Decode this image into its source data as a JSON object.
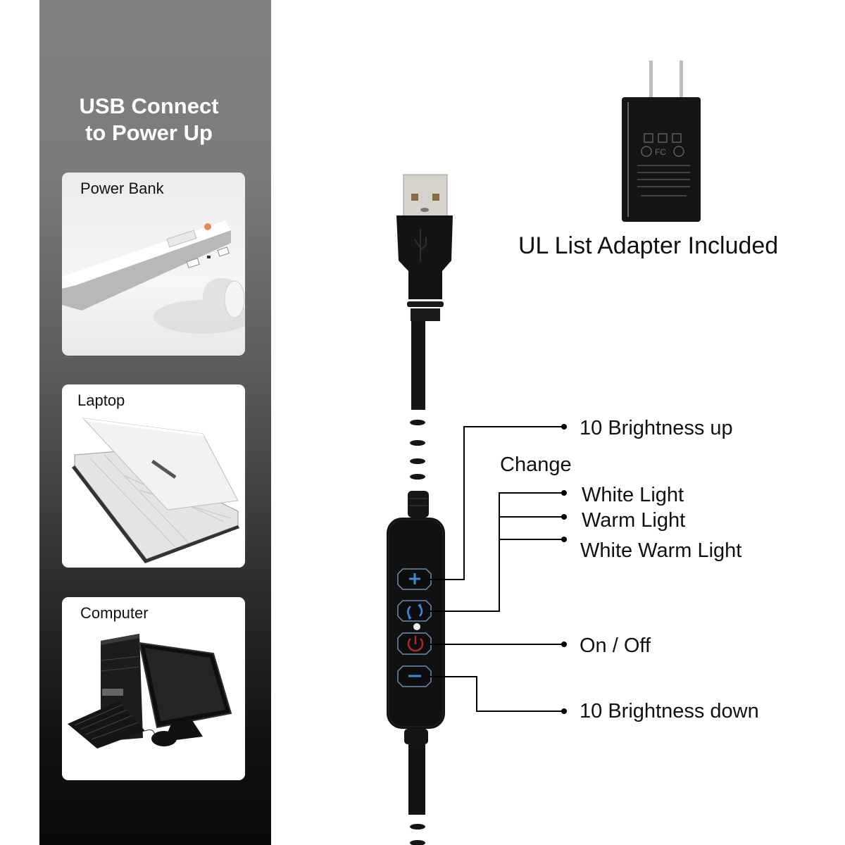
{
  "left_panel": {
    "title_line1": "USB Connect",
    "title_line2": "to Power Up",
    "cards": [
      {
        "label": "Power Bank",
        "icon": "power-bank-image"
      },
      {
        "label": "Laptop",
        "icon": "laptop-image"
      },
      {
        "label": "Computer",
        "icon": "desktop-computer-image"
      }
    ]
  },
  "adapter": {
    "caption": "UL List Adapter Included",
    "icon": "power-adapter-image"
  },
  "controller": {
    "buttons": [
      {
        "name": "plus",
        "symbol": "+",
        "color": "#3a8ad8"
      },
      {
        "name": "change",
        "symbol": "cycle-arrows",
        "color": "#3a8ad8"
      },
      {
        "name": "power",
        "symbol": "power",
        "color": "#b0282a"
      },
      {
        "name": "minus",
        "symbol": "−",
        "color": "#3a8ad8"
      }
    ]
  },
  "labels": {
    "brightness_up": "10 Brightness up",
    "change": "Change",
    "white_light": "White Light",
    "warm_light": "Warm Light",
    "white_warm_light": "White Warm Light",
    "on_off": "On / Off",
    "brightness_down": "10 Brightness down"
  }
}
